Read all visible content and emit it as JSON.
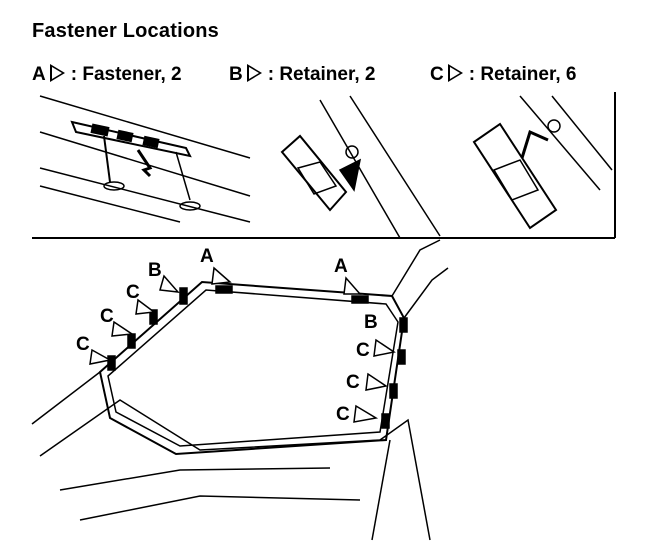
{
  "title": "Fastener Locations",
  "legend": [
    {
      "letter": "A",
      "desc": ": Fastener, 2"
    },
    {
      "letter": "B",
      "desc": ": Retainer, 2"
    },
    {
      "letter": "C",
      "desc": ": Retainer, 6"
    }
  ],
  "callouts": {
    "a": "A",
    "b": "B",
    "c": "C"
  }
}
